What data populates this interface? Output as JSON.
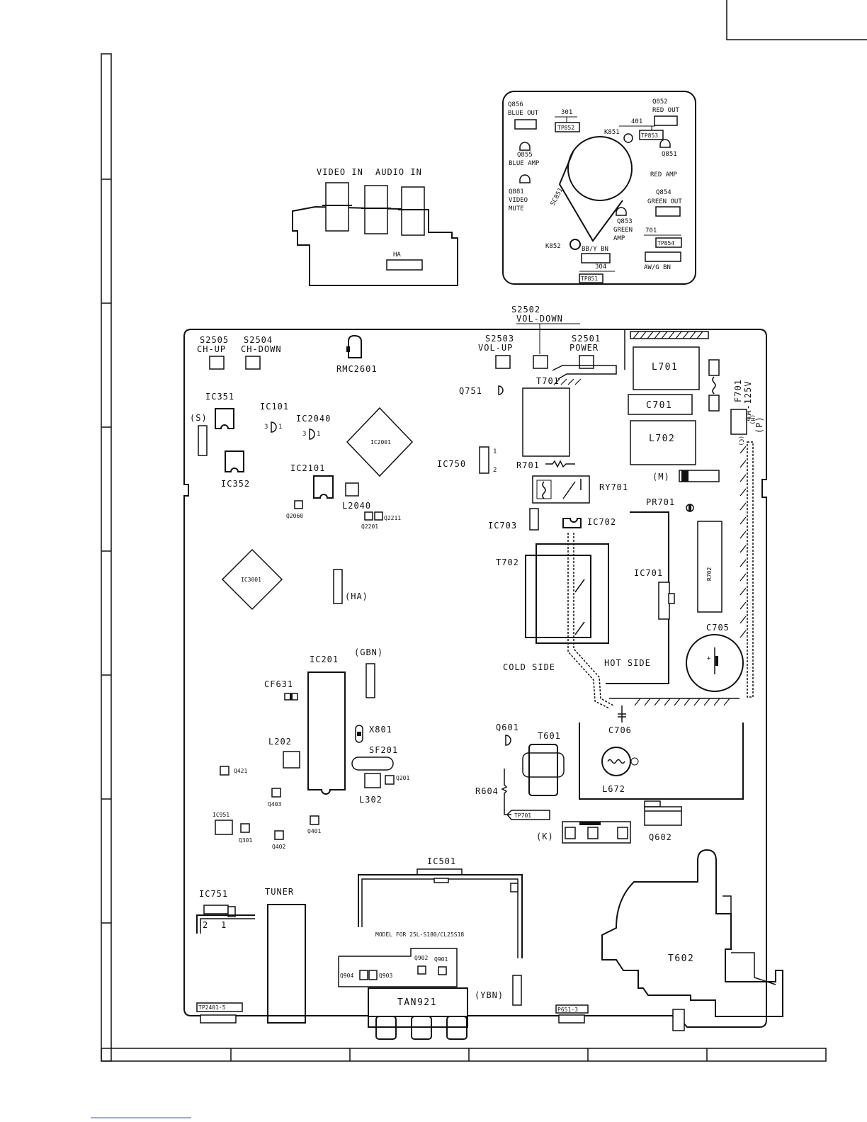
{
  "av_board": {
    "video_in": "VIDEO IN",
    "audio_in": "AUDIO IN",
    "ha": "HA"
  },
  "crt_board": {
    "q856": "Q856",
    "blue_out": "BLUE OUT",
    "n301": "301",
    "tp852": "TP852",
    "n401": "401",
    "q852": "Q852",
    "red_out": "RED OUT",
    "k851": "K851",
    "tp853": "TP853",
    "q855": "Q855",
    "blue_amp": "BLUE AMP",
    "q851": "Q851",
    "red_amp": "RED AMP",
    "q881": "Q881",
    "video": "VIDEO",
    "mute": "MUTE",
    "sc851": "SC851",
    "q854": "Q854",
    "green_out": "GREEN OUT",
    "q853": "Q853",
    "green": "GREEN",
    "amp": "AMP",
    "n701": "701",
    "tp854": "TP854",
    "k852": "K852",
    "bby_bn": "BB/Y BN",
    "n304": "304",
    "tp851": "TP851",
    "awg_bn": "AW/G BN"
  },
  "main_board": {
    "s2502": "S2502",
    "vol_down": "VOL-DOWN",
    "s2505": "S2505",
    "ch_up": "CH-UP",
    "s2504": "S2504",
    "ch_down": "CH-DOWN",
    "rmc2601": "RMC2601",
    "s2503": "S2503",
    "vol_up": "VOL-UP",
    "s2501": "S2501",
    "power": "POWER",
    "t701": "T701",
    "q751": "Q751",
    "l701": "L701",
    "f701": "F701",
    "fuse_rating": "4A-125V",
    "c701": "C701",
    "p_conn": "(P)",
    "h_mark": "(H)",
    "c_mark": "(C)",
    "l702": "L702",
    "ic351": "IC351",
    "s_conn": "(S)",
    "ic101": "IC101",
    "ic2040": "IC2040",
    "ic2001": "IC2001",
    "pin3": "3",
    "pin1": "1",
    "ic750": "IC750",
    "r701": "R701",
    "m_conn": "(M)",
    "ic352": "IC352",
    "ic2101": "IC2101",
    "l2040": "L2040",
    "ry701": "RY701",
    "q2060": "Q2060",
    "q2201": "Q2201",
    "q2211": "Q2211",
    "pr701": "PR701",
    "ic703": "IC703",
    "ic702": "IC702",
    "t702": "T702",
    "ic3001": "IC3001",
    "ha_conn": "(HA)",
    "ic701": "IC701",
    "r702": "R702",
    "c705": "C705",
    "ic201": "IC201",
    "gbn_conn": "(GBN)",
    "cold_side": "COLD SIDE",
    "hot_side": "HOT SIDE",
    "cf631": "CF631",
    "x801": "X801",
    "c706": "C706",
    "q601": "Q601",
    "t601": "T601",
    "l202": "L202",
    "sf201": "SF201",
    "q421": "Q421",
    "q201": "Q201",
    "l672": "L672",
    "r604": "R604",
    "l302": "L302",
    "q403": "Q403",
    "tp701": "TP701",
    "ic951": "IC951",
    "q301": "Q301",
    "q401": "Q401",
    "q402": "Q402",
    "k_conn": "(K)",
    "q602": "Q602",
    "ic501": "IC501",
    "ic751": "IC751",
    "tuner": "TUNER",
    "model_note": "MODEL FOR 25L-S180/CL25S18",
    "q902": "Q902",
    "q901": "Q901",
    "q904": "Q904",
    "q903": "Q903",
    "t602": "T602",
    "tan921": "TAN921",
    "ybn_conn": "(YBN)",
    "tp2401": "TP2401-5",
    "p651": "P651-3",
    "pin2": "2"
  }
}
